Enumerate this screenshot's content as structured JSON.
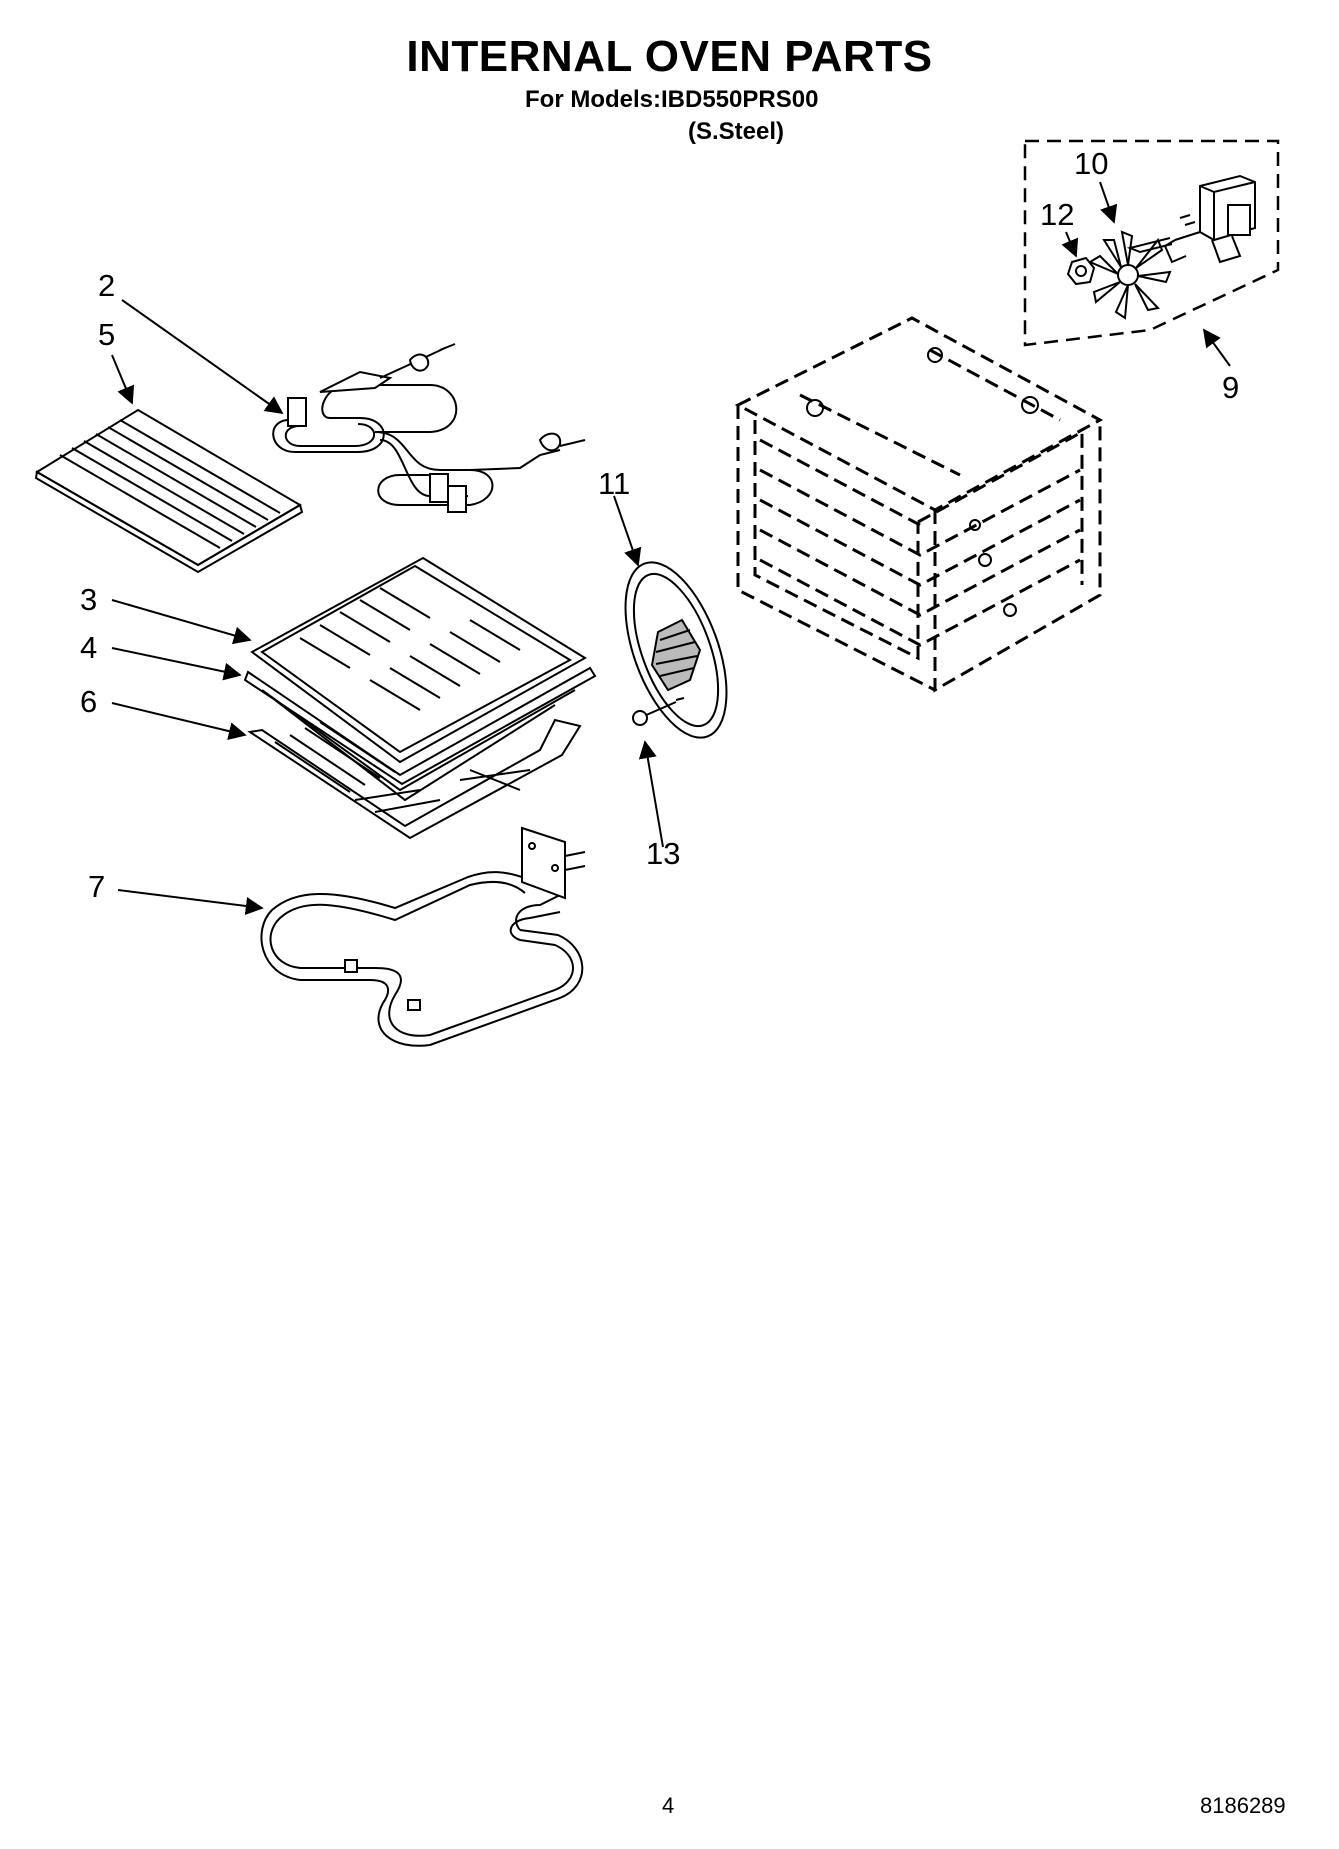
{
  "header": {
    "title": "INTERNAL OVEN PARTS",
    "models": "For Models:IBD550PRS00",
    "finish": "(S.Steel)"
  },
  "callouts": {
    "c2": "2",
    "c3": "3",
    "c4": "4",
    "c5": "5",
    "c6": "6",
    "c7": "7",
    "c9": "9",
    "c10": "10",
    "c11": "11",
    "c12": "12",
    "c13": "13"
  },
  "footer": {
    "page": "4",
    "doc_number": "8186289"
  }
}
